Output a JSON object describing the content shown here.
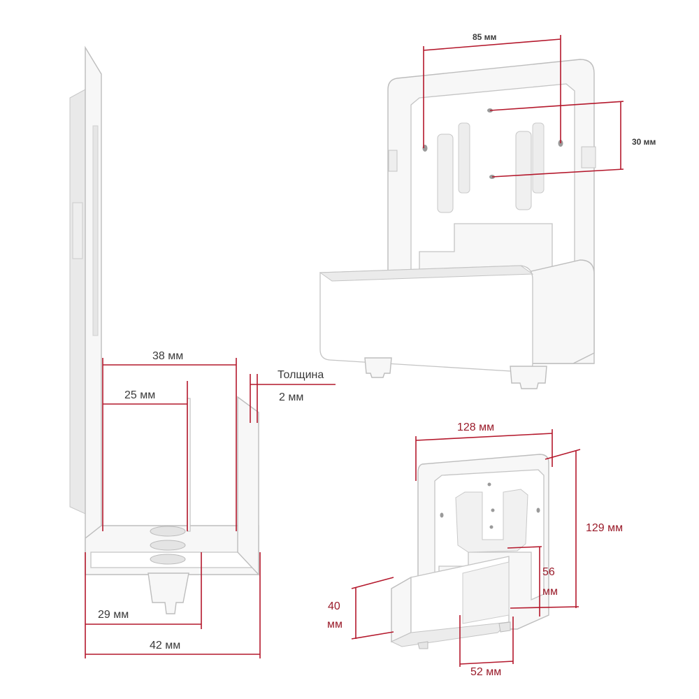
{
  "views": {
    "top_right": {
      "width_label": "85 мм",
      "hole_spacing_label": "30 мм"
    },
    "left_side": {
      "outer_gap_label": "38 мм",
      "inner_gap_label": "25 мм",
      "thickness_label_line1": "Толщина",
      "thickness_label_line2": "2 мм",
      "base_depth_label": "29 мм",
      "total_depth_label": "42 мм"
    },
    "bottom_right": {
      "width_label": "128 мм",
      "height_label": "129 мм",
      "inner_height_label_line1": "56",
      "inner_height_label_line2": "мм",
      "shelf_height_label_line1": "40",
      "shelf_height_label_line2": "мм",
      "shelf_width_label": "52 мм"
    }
  },
  "colors": {
    "dimension_line": "#b4182c",
    "label_text": "#3a3a3a",
    "part_fill": "#f7f7f7"
  }
}
